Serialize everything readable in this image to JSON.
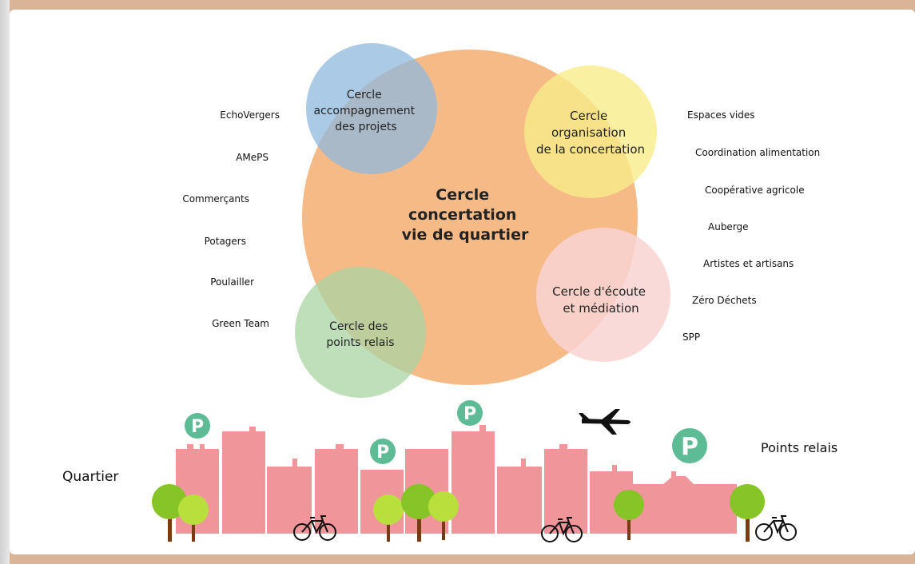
{
  "circles": {
    "main": {
      "lines": [
        "Cercle",
        "concertation",
        "vie de quartier"
      ]
    },
    "accompagnement": {
      "lines": [
        "Cercle",
        "accompagnement",
        "des projets"
      ]
    },
    "organisation": {
      "lines": [
        "Cercle",
        "organisation",
        "de la concertation"
      ]
    },
    "ecoute": {
      "lines": [
        "Cercle d'écoute",
        "et médiation"
      ]
    },
    "relais": {
      "lines": [
        "Cercle des",
        "points relais"
      ]
    }
  },
  "left_items": [
    "EchoVergers",
    "AMePS",
    "Commerçants",
    "Potagers",
    "Poulailler",
    "Green Team"
  ],
  "right_items": [
    "Espaces vides",
    "Coordination alimentation",
    "Coopérative agricole",
    "Auberge",
    "Artistes et artisans",
    "Zéro Déchets",
    "SPP"
  ],
  "bottom": {
    "quartier": "Quartier",
    "points_relais": "Points relais",
    "parking_letter": "P"
  },
  "colors": {
    "main_circle": "#f5b27a",
    "accompagnement_circle": "#8fb8de",
    "organisation_circle": "#f7ec8a",
    "ecoute_circle": "#f9d4d2",
    "relais_circle": "#a9d3a3",
    "buildings": "#f0969a",
    "p_badge": "#5dbb95",
    "tree_green": "#86c427",
    "tree_light": "#b9df3c",
    "trunk": "#7a3b12"
  }
}
